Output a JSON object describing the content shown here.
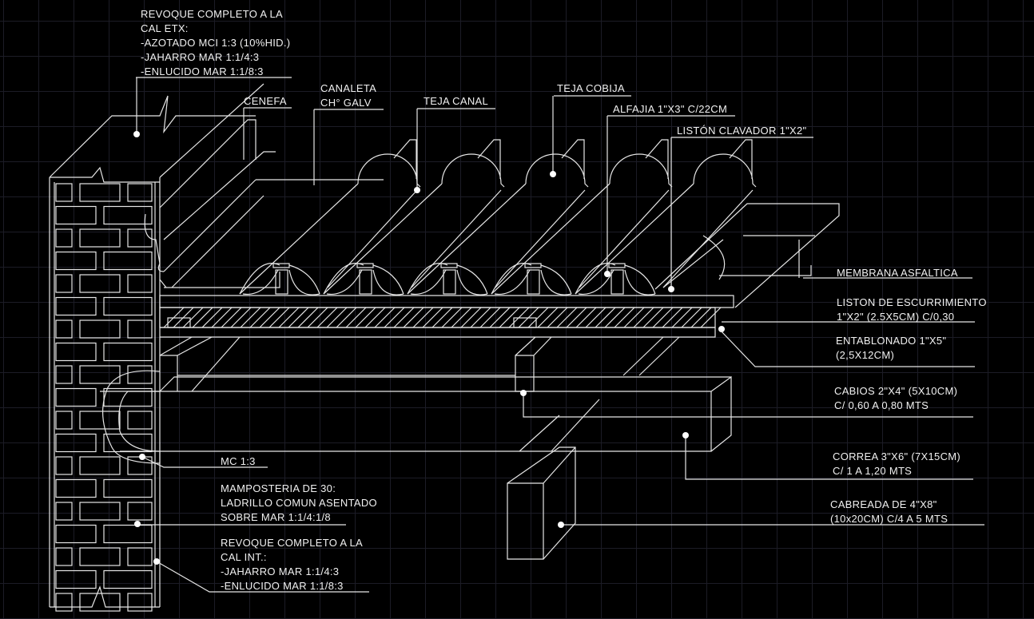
{
  "colors": {
    "background": "#000000",
    "line": "#e6e6e6",
    "grid": "#1c1c26",
    "text": "#f0f0f0"
  },
  "labels": {
    "revoque_ext": [
      "REVOQUE COMPLETO A LA",
      "CAL ETX:",
      "-AZOTADO MCI 1:3 (10%HID.)",
      "-JAHARRO MAR 1:1/4:3",
      "-ENLUCIDO MAR 1:1/8:3"
    ],
    "cenefa": "CENEFA",
    "canaleta": [
      "CANALETA",
      "CH° GALV"
    ],
    "teja_canal": "TEJA CANAL",
    "teja_cobija": "TEJA COBIJA",
    "alfajia": "ALFAJIA 1\"X3\" C/22CM",
    "liston_clavador": "LISTÓN CLAVADOR 1\"X2\"",
    "membrana": "MEMBRANA ASFALTICA",
    "liston_escurrimiento": [
      "LISTON DE ESCURRIMIENTO",
      "1\"X2\" (2.5X5CM) C/0,30"
    ],
    "entablonado": [
      "ENTABLONADO 1\"X5\"",
      "(2,5X12CM)"
    ],
    "cabios": [
      "CABIOS 2\"X4\" (5X10CM)",
      "C/ 0,60 A 0,80 MTS"
    ],
    "correa": [
      "CORREA 3\"X6\" (7X15CM)",
      "C/ 1 A 1,20 MTS"
    ],
    "cabreada": [
      "CABREADA DE 4\"X8\"",
      "(10x20CM) C/4 A 5 MTS"
    ],
    "mc": "MC 1:3",
    "mamposteria": [
      "MAMPOSTERIA  DE 30:",
      "LADRILLO COMUN ASENTADO",
      "SOBRE MAR 1:1/4:1/8"
    ],
    "revoque_int": [
      "REVOQUE COMPLETO A LA",
      "CAL INT.:",
      "-JAHARRO MAR 1:1/4:3",
      "-ENLUCIDO MAR 1:1/8:3"
    ]
  }
}
